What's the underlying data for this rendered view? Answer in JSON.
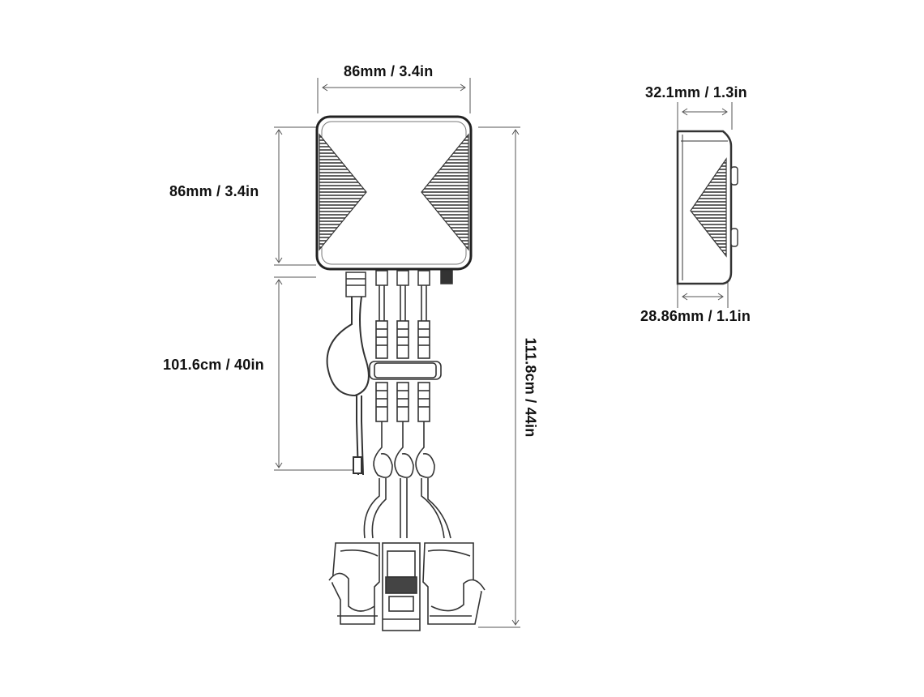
{
  "dimensions": {
    "front_width": "86mm / 3.4in",
    "front_height": "86mm / 3.4in",
    "cable_length": "101.6cm / 40in",
    "total_height": "111.8cm / 44in",
    "side_thickness_top": "32.1mm / 1.3in",
    "side_thickness_bottom": "28.86mm / 1.1in"
  },
  "colors": {
    "line": "#333333",
    "dimension_line": "#555555",
    "hatch": "#3a3a3a",
    "background": "#ffffff"
  }
}
